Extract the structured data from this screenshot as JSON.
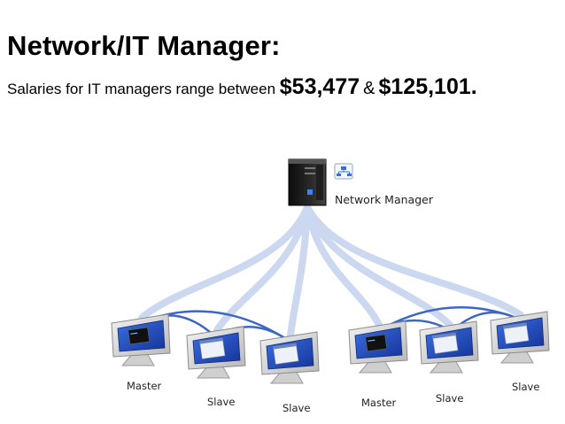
{
  "heading": "Network/IT Manager:",
  "salary": {
    "prefix": "Salaries for IT managers range between",
    "low": "$53,477",
    "separator": "&",
    "high": "$125,101."
  },
  "diagram": {
    "server_label": "Network Manager",
    "server_icon": "network-topology-icon",
    "computers": [
      {
        "label": "Master"
      },
      {
        "label": "Slave"
      },
      {
        "label": "Slave"
      },
      {
        "label": "Master"
      },
      {
        "label": "Slave"
      },
      {
        "label": "Slave"
      }
    ],
    "colors": {
      "link": "#c9d6ef",
      "local_link": "#3f66c4",
      "screen": "#1f49b8",
      "tower": "#1b1b1b"
    }
  }
}
